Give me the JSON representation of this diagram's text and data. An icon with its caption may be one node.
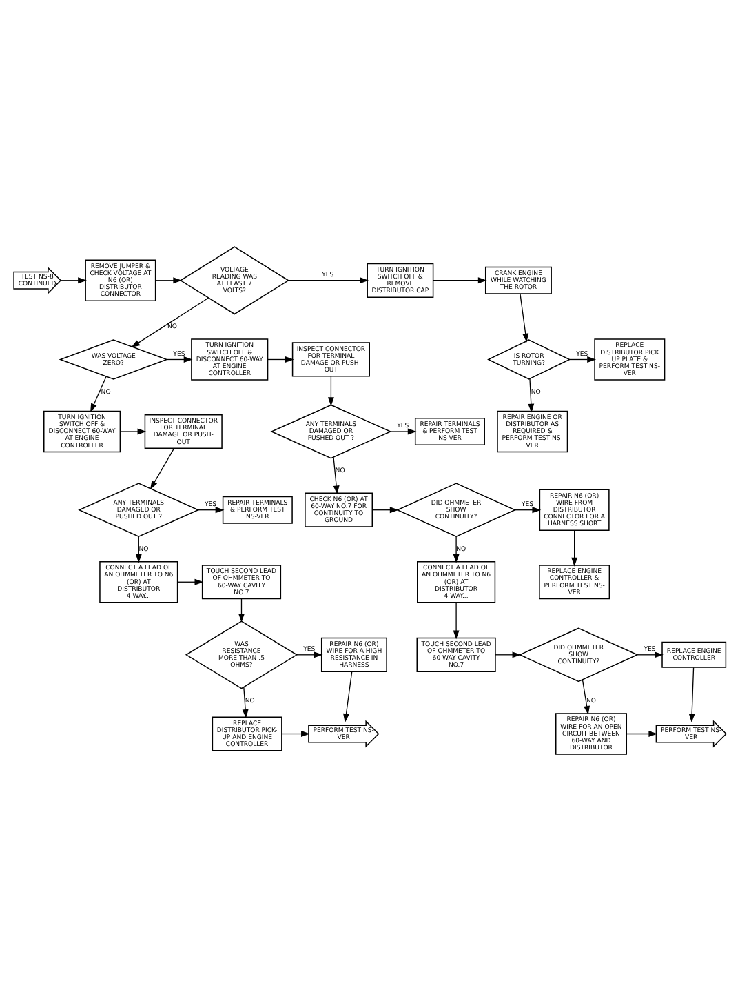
{
  "diagram": {
    "nodes": [
      {
        "text": [
          "TEST NS-8 CONTINUED"
        ]
      },
      {
        "text": [
          "REMOVE JUMPER & CHECK VOLTAGE AT N6 (OR) DISTRIBUTOR CONNECTOR"
        ]
      },
      {
        "text": [
          "VOLTAGE READING WAS AT LEAST 7 VOLTS?"
        ]
      },
      {
        "text": [
          "TURN IGNITION SWITCH OFF & REMOVE DISTRIBUTOR CAP"
        ]
      },
      {
        "text": [
          "CRANK ENGINE WHILE WATCHING THE ROTOR"
        ]
      },
      {
        "text": [
          "WAS VOLTAGE ZERO?"
        ]
      },
      {
        "text": [
          "TURN IGNITION SWITCH OFF & DISCONNECT 60-WAY AT ENGINE CONTROLLER"
        ]
      },
      {
        "text": [
          "INSPECT CONNECTOR FOR TERMINAL DAMAGE OR PUSH-OUT"
        ]
      },
      {
        "text": [
          "REPLACE DISTRIBUTOR PICK UP PLATE & PERFORM TEST NS-VER"
        ]
      },
      {
        "text": [
          "IS ROTOR TURNING?"
        ]
      },
      {
        "text": [
          "TURN IGNITION SWITCH OFF & DISCONNECT 60-WAY AT ENGINE CONTROLLER"
        ]
      },
      {
        "text": [
          "INSPECT CONNECTOR FOR TERMINAL DAMAGE OR PUSH-OUT"
        ]
      },
      {
        "text": [
          "ANY TERMINALS DAMAGED OR PUSHED OUT ?"
        ]
      },
      {
        "text": [
          "REPAIR TERMINALS & PERFORM TEST NS-VER"
        ]
      },
      {
        "text": [
          "REPAIR ENGINE OR DISTRIBUTOR AS REQUIRED & PERFORM TEST NS-VER"
        ]
      },
      {
        "text": [
          "ANY TERMINALS DAMAGED OR PUSHED OUT ?"
        ]
      },
      {
        "text": [
          "REPAIR TERMINALS & PERFORM TEST NS-VER"
        ]
      },
      {
        "text": [
          "CHECK N6 (OR) AT 60-WAY NO.7 FOR CONTINUITY TO GROUND"
        ]
      },
      {
        "text": [
          "DID OHMMETER SHOW CONTINUITY?"
        ]
      },
      {
        "text": [
          "REPAIR N6 (OR) WIRE FROM DISTRIBUTOR CONNECTOR FOR A HARNESS SHORT"
        ]
      },
      {
        "text": [
          "CONNECT A LEAD OF AN OHMMETER TO N6 (OR) AT DISTRIBUTOR 4-WAY..."
        ]
      },
      {
        "text": [
          "TOUCH SECOND LEAD OF OHMMETER TO 60-WAY CAVITY NO.7"
        ]
      },
      {
        "text": [
          "CONNECT A LEAD OF AN OHMMETER TO N6 (OR) AT DISTRIBUTOR 4-WAY..."
        ]
      },
      {
        "text": [
          "REPLACE ENGINE CONTROLLER & PERFORM TEST NS-VER"
        ]
      },
      {
        "text": [
          "WAS RESISTANCE MORE THAN .5 OHMS?"
        ]
      },
      {
        "text": [
          "REPAIR N6 (OR) WIRE FOR A HIGH RESISTANCE IN HARNESS"
        ]
      },
      {
        "text": [
          "TOUCH SECOND LEAD OF OHMMETER TO 60-WAY CAVITY NO.7"
        ]
      },
      {
        "text": [
          "DID OHMMETER SHOW CONTINUITY?"
        ]
      },
      {
        "text": [
          "REPLACE ENGINE CONTROLLER"
        ]
      },
      {
        "text": [
          "REPLACE DISTRIBUTOR PICK-UP AND ENGINE CONTROLLER"
        ]
      },
      {
        "text": [
          "PERFORM TEST NS-VER"
        ]
      },
      {
        "text": [
          "REPAIR N6 (OR) WIRE FOR AN OPEN CIRCUIT BETWEEN 60-WAY AND DISTRIBUTOR"
        ]
      },
      {
        "text": [
          "PERFORM TEST NS-VER"
        ]
      }
    ],
    "edges": [
      {
        "from": 0,
        "to": 1,
        "arrow": "to"
      },
      {
        "from": 1,
        "to": 2,
        "arrow": "to"
      },
      {
        "from": 2,
        "to": 3,
        "arrow": "to",
        "label": "YES"
      },
      {
        "from": 2,
        "to": 5,
        "arrow": "to",
        "label": "NO"
      },
      {
        "from": 3,
        "to": 4,
        "arrow": "to"
      },
      {
        "from": 4,
        "to": 9,
        "arrow": "to"
      },
      {
        "from": 5,
        "to": 6,
        "arrow": "to",
        "label": "YES"
      },
      {
        "from": 5,
        "to": 10,
        "arrow": "to",
        "label": "NO"
      },
      {
        "from": 9,
        "to": 8,
        "arrow": "to",
        "label": "YES"
      },
      {
        "from": 9,
        "to": 14,
        "arrow": "to",
        "label": "NO"
      },
      {
        "from": 6,
        "to": 7,
        "arrow": "to"
      },
      {
        "from": 7,
        "to": 12,
        "arrow": "to"
      },
      {
        "from": 12,
        "to": 13,
        "arrow": "to",
        "label": "YES"
      },
      {
        "from": 12,
        "to": 17,
        "arrow": "to",
        "label": "NO"
      },
      {
        "from": 10,
        "to": 11,
        "arrow": "to"
      },
      {
        "from": 11,
        "to": 15,
        "arrow": "to"
      },
      {
        "from": 15,
        "to": 16,
        "arrow": "to",
        "label": "YES"
      },
      {
        "from": 15,
        "to": 20,
        "arrow": "to",
        "label": "NO"
      },
      {
        "from": 17,
        "to": 18,
        "arrow": "to"
      },
      {
        "from": 18,
        "to": 19,
        "arrow": "to",
        "label": "YES"
      },
      {
        "from": 18,
        "to": 22,
        "arrow": "to",
        "label": "NO"
      },
      {
        "from": 19,
        "to": 23,
        "arrow": "to"
      },
      {
        "from": 20,
        "to": 21,
        "arrow": "to"
      },
      {
        "from": 21,
        "to": 24,
        "arrow": "to"
      },
      {
        "from": 22,
        "to": 26,
        "arrow": "to"
      },
      {
        "from": 24,
        "to": 25,
        "arrow": "to",
        "label": "YES"
      },
      {
        "from": 24,
        "to": 29,
        "arrow": "to",
        "label": "NO"
      },
      {
        "from": 25,
        "to": 30,
        "arrow": "to"
      },
      {
        "from": 29,
        "to": 30,
        "arrow": "to"
      },
      {
        "from": 26,
        "to": 27,
        "arrow": "to"
      },
      {
        "from": 27,
        "to": 28,
        "arrow": "to",
        "label": "YES"
      },
      {
        "from": 27,
        "to": 31,
        "arrow": "to",
        "label": "NO"
      },
      {
        "from": 28,
        "to": 32,
        "arrow": "to"
      },
      {
        "from": 31,
        "to": 32,
        "arrow": "to"
      }
    ]
  }
}
